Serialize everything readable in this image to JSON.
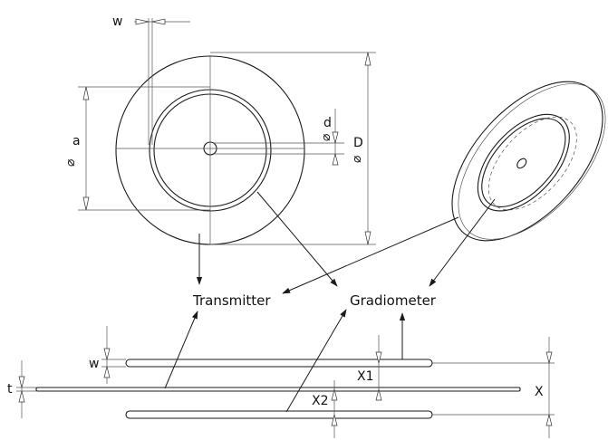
{
  "labels": {
    "transmitter": "Transmitter",
    "gradiometer": "Gradiometer",
    "w_top": "w",
    "a": "a",
    "d": "d",
    "D": "D",
    "w_side": "w",
    "t": "t",
    "X1": "X1",
    "X2": "X2",
    "X": "X"
  },
  "symbols": {
    "diameter": "⌀"
  }
}
